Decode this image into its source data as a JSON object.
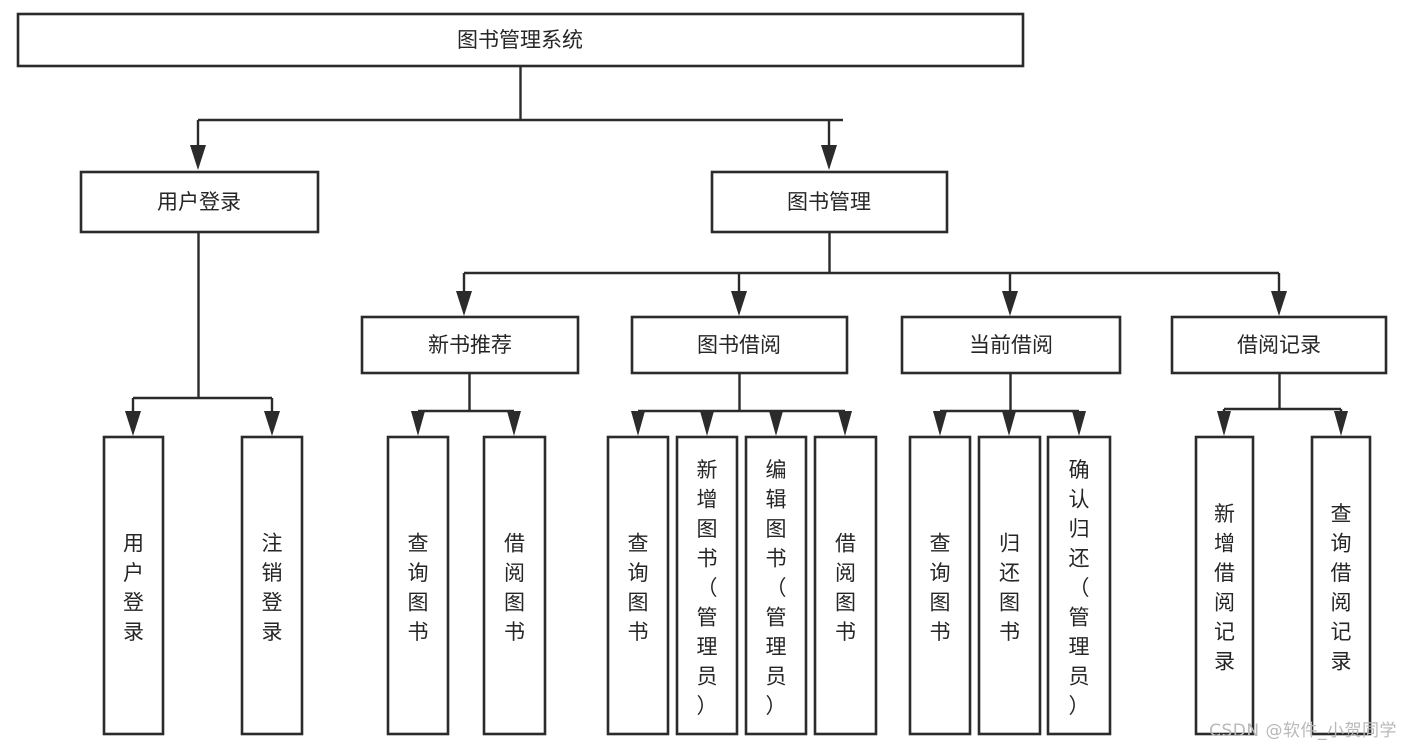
{
  "diagram": {
    "type": "tree-hierarchy-chart",
    "title": "图书管理系统",
    "watermark": "CSDN @软件_小贺同学",
    "colors": {
      "background": "#ffffff",
      "box_stroke": "#2b2b2b",
      "box_fill": "#ffffff",
      "text": "#262626",
      "connector": "#2b2b2b",
      "watermark": "#b9b9b9"
    },
    "levels": {
      "root": {
        "label": "图书管理系统"
      },
      "level2": [
        {
          "id": "user-login",
          "label": "用户登录"
        },
        {
          "id": "book-management",
          "label": "图书管理"
        }
      ],
      "level3": [
        {
          "id": "new-book-recommend",
          "label": "新书推荐"
        },
        {
          "id": "book-borrow",
          "label": "图书借阅"
        },
        {
          "id": "current-borrow",
          "label": "当前借阅"
        },
        {
          "id": "borrow-record",
          "label": "借阅记录"
        }
      ],
      "leaves": [
        {
          "id": "leaf-user-login",
          "label": "用户登录",
          "parent": "user-login"
        },
        {
          "id": "leaf-logout-login",
          "label": "注销登录",
          "parent": "user-login"
        },
        {
          "id": "leaf-query-book-1",
          "label": "查询图书",
          "parent": "new-book-recommend"
        },
        {
          "id": "leaf-borrow-book-1",
          "label": "借阅图书",
          "parent": "new-book-recommend"
        },
        {
          "id": "leaf-query-book-2",
          "label": "查询图书",
          "parent": "book-borrow"
        },
        {
          "id": "leaf-add-book",
          "label": "新增图书（管理员）",
          "parent": "book-borrow"
        },
        {
          "id": "leaf-edit-book",
          "label": "编辑图书（管理员）",
          "parent": "book-borrow"
        },
        {
          "id": "leaf-borrow-book-2",
          "label": "借阅图书",
          "parent": "book-borrow"
        },
        {
          "id": "leaf-query-book-3",
          "label": "查询图书",
          "parent": "current-borrow"
        },
        {
          "id": "leaf-return-book",
          "label": "归还图书",
          "parent": "current-borrow"
        },
        {
          "id": "leaf-confirm-return",
          "label": "确认归还（管理员）",
          "parent": "current-borrow"
        },
        {
          "id": "leaf-add-record",
          "label": "新增借阅记录",
          "parent": "borrow-record"
        },
        {
          "id": "leaf-query-record",
          "label": "查询借阅记录",
          "parent": "borrow-record"
        }
      ]
    }
  }
}
